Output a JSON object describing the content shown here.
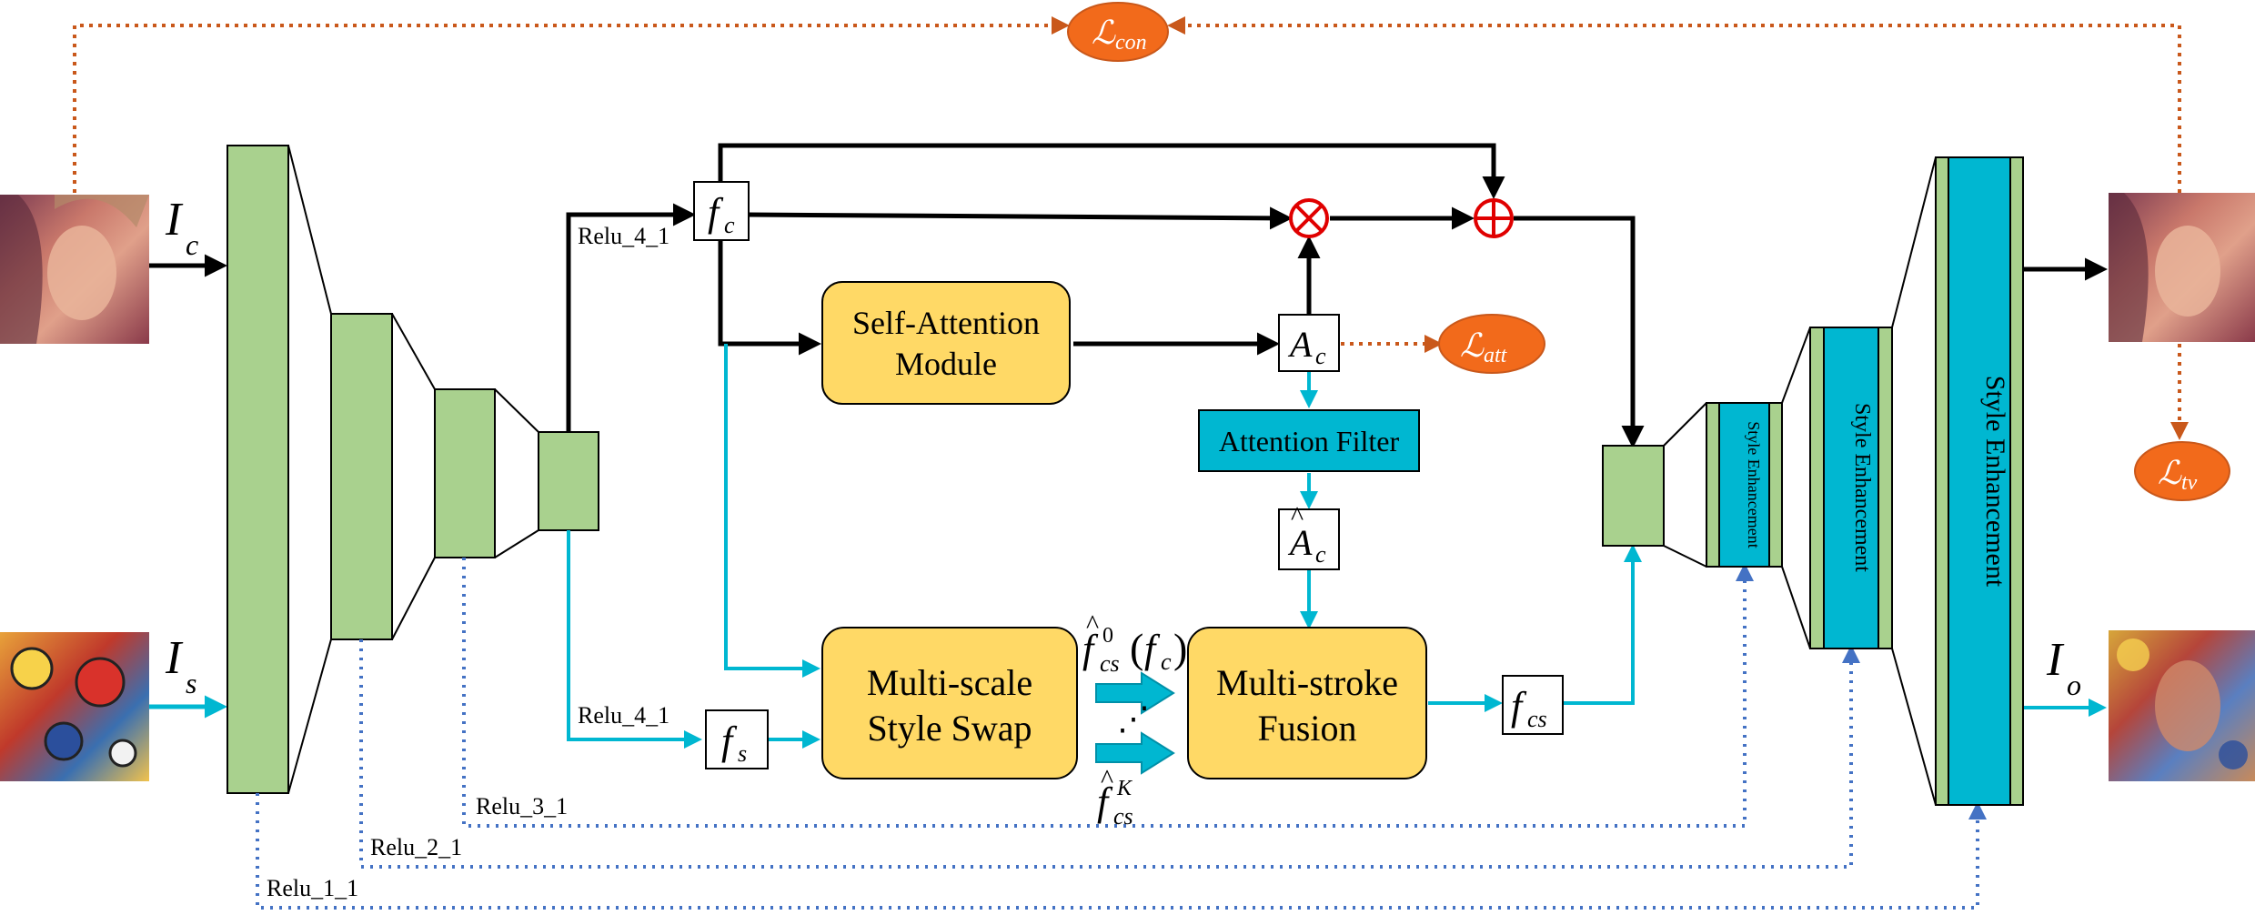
{
  "colors": {
    "encoder_green": "#a9d18e",
    "module_yellow": "#ffd966",
    "cyan": "#00b7d1",
    "loss_orange": "#f26a1b",
    "dotted_blue": "#4472c4",
    "black": "#000000",
    "op_red": "#e00000"
  },
  "inputs": {
    "content_label": "I",
    "content_sub": "c",
    "style_label": "I",
    "style_sub": "s",
    "output_label": "I",
    "output_sub": "o"
  },
  "features": {
    "fc_main": "f",
    "fc_sub": "c",
    "fs_main": "f",
    "fs_sub": "s",
    "fcs_main": "f",
    "fcs_sub": "cs",
    "ac_main": "A",
    "ac_sub": "c",
    "ac_hat_main": "A",
    "ac_hat_sub": "c"
  },
  "relu_labels": {
    "relu_4_1_top": "Relu_4_1",
    "relu_4_1_bottom": "Relu_4_1",
    "relu_3_1": "Relu_3_1",
    "relu_2_1": "Relu_2_1",
    "relu_1_1": "Relu_1_1"
  },
  "modules": {
    "self_attention_line1": "Self-Attention",
    "self_attention_line2": "Module",
    "attention_filter": "Attention Filter",
    "style_swap_line1": "Multi-scale",
    "style_swap_line2": "Style Swap",
    "fusion_line1": "Multi-stroke",
    "fusion_line2": "Fusion",
    "style_enhancement": "Style Enhancement"
  },
  "swap_outputs": {
    "top_main": "f",
    "top_sub": "cs",
    "top_sup": "0",
    "top_arg_main": "f",
    "top_arg_sub": "c",
    "dots": "⋰",
    "bottom_main": "f",
    "bottom_sub": "cs",
    "bottom_sup": "K"
  },
  "losses": {
    "con_main": "ℒ",
    "con_sub": "con",
    "att_main": "ℒ",
    "att_sub": "att",
    "tv_main": "ℒ",
    "tv_sub": "tv"
  },
  "icons": {
    "multiply": "circle-times-icon",
    "add": "circle-plus-icon",
    "content_image": "content-portrait-image",
    "style_image": "style-painting-image",
    "output_image": "stylized-output-image"
  }
}
